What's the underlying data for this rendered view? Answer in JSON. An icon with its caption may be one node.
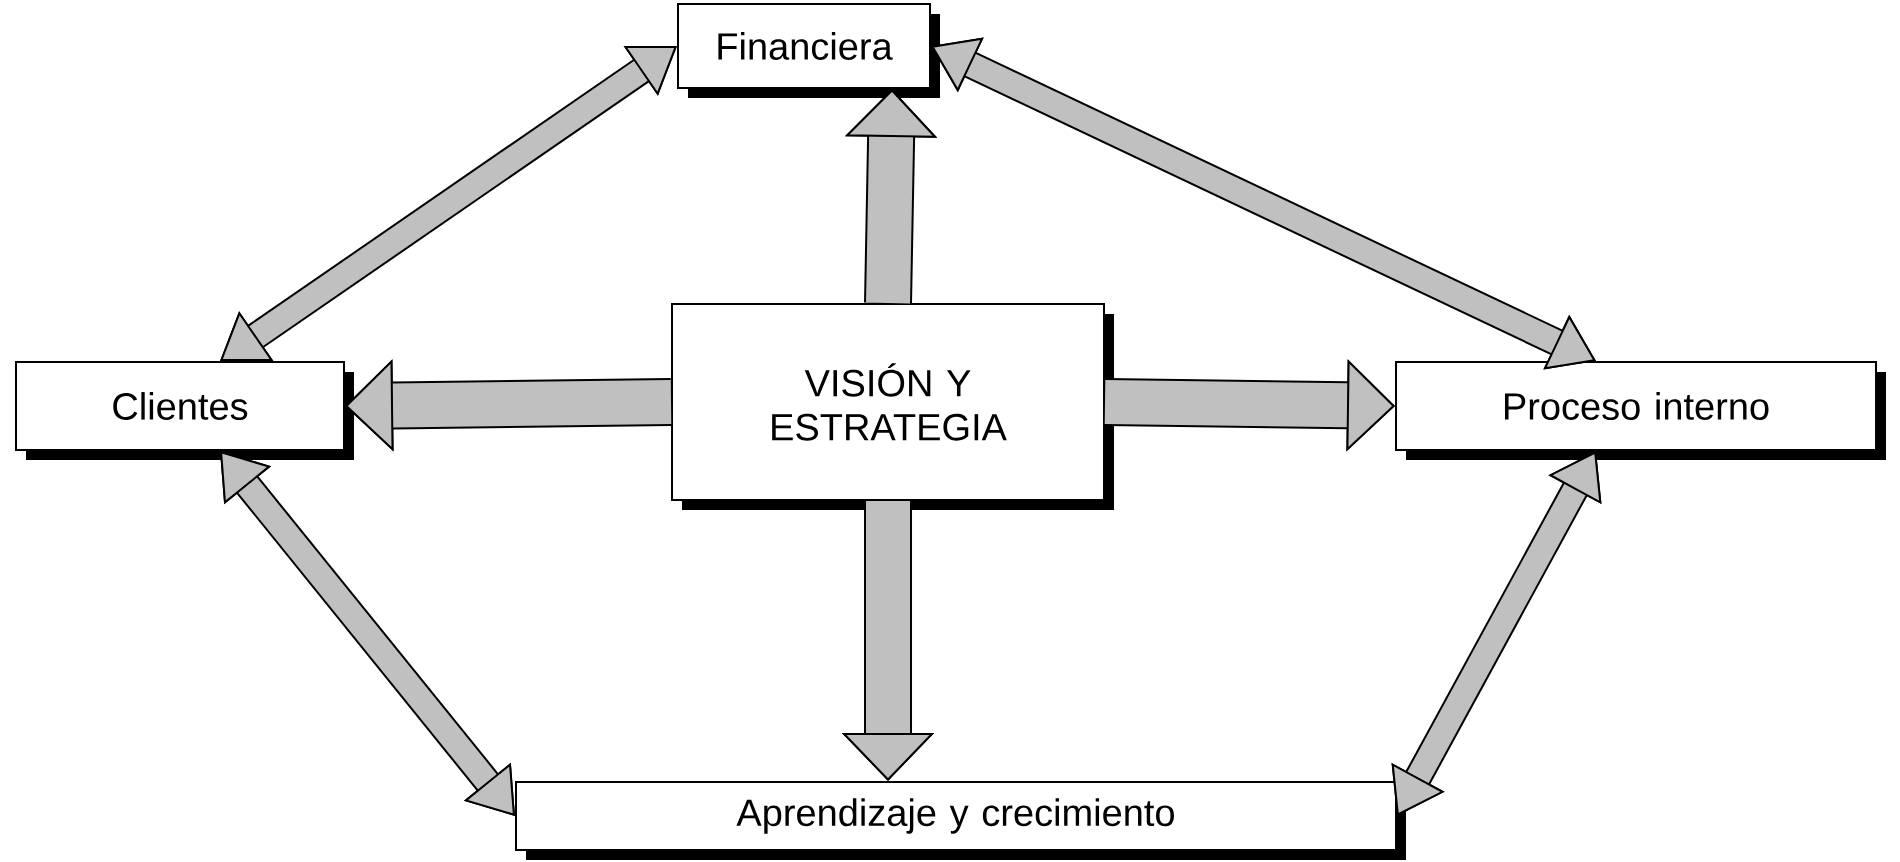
{
  "diagram": {
    "nodes": [
      {
        "text": [
          "Financiera"
        ]
      },
      {
        "text": [
          "Clientes"
        ]
      },
      {
        "text": [
          "VISIÓN Y ESTRATEGIA"
        ]
      },
      {
        "text": [
          "Proceso interno"
        ]
      },
      {
        "text": [
          "Aprendizaje y crecimiento"
        ]
      }
    ],
    "edges": [
      {
        "from": 2,
        "to": 0,
        "arrow": "to"
      },
      {
        "from": 2,
        "to": 1,
        "arrow": "to"
      },
      {
        "from": 2,
        "to": 3,
        "arrow": "to"
      },
      {
        "from": 2,
        "to": 4,
        "arrow": "to"
      },
      {
        "from": 1,
        "to": 0,
        "arrow": "both"
      },
      {
        "from": 0,
        "to": 3,
        "arrow": "both"
      },
      {
        "from": 1,
        "to": 4,
        "arrow": "both"
      },
      {
        "from": 3,
        "to": 4,
        "arrow": "both"
      }
    ]
  }
}
